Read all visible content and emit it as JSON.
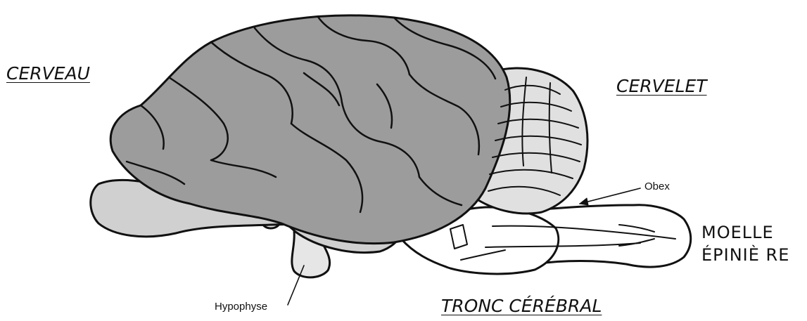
{
  "labels": {
    "cerveau": "CERVEAU",
    "cervelet": "CERVELET",
    "tronc": "TRONC CÉRÉBRAL",
    "hypophyse": "Hypophyse",
    "obex": "Obex",
    "moelle_line1": "MOELLE",
    "moelle_line2": "ÉPINIÈ RE"
  },
  "colors": {
    "cerebrum": "#9c9c9c",
    "cerebellum": "#e0e0e0",
    "olfactory_temporal": "#d0d0d0",
    "brainstem": "#ffffff",
    "outline": "#111111"
  }
}
